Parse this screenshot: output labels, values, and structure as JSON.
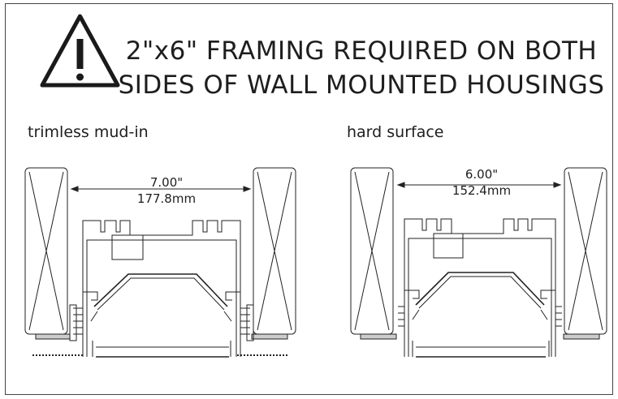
{
  "heading": {
    "line1": "2\"x6\" FRAMING REQUIRED ON BOTH",
    "line2": "SIDES OF WALL MOUNTED HOUSINGS",
    "icon": "warning-triangle-icon"
  },
  "details": [
    {
      "label": "trimless mud-in",
      "dim_in": "7.00\"",
      "dim_mm": "177.8mm"
    },
    {
      "label": "hard surface",
      "dim_in": "6.00\"",
      "dim_mm": "152.4mm"
    }
  ]
}
